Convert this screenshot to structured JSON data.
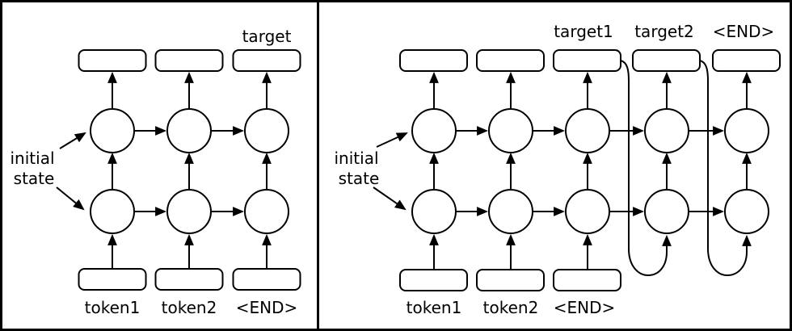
{
  "diagram": {
    "title_semantic": "two-panel RNN sequence diagram (training vs generation)",
    "colors": {
      "stroke": "#000000",
      "background": "#ffffff"
    },
    "left": {
      "output_label": "target",
      "input_labels": [
        "token1",
        "token2",
        "<END>"
      ],
      "initial_state": [
        "initial",
        "state"
      ]
    },
    "right": {
      "output_labels": [
        "target1",
        "target2",
        "<END>"
      ],
      "input_labels": [
        "token1",
        "token2",
        "<END>"
      ],
      "initial_state": [
        "initial",
        "state"
      ]
    }
  }
}
